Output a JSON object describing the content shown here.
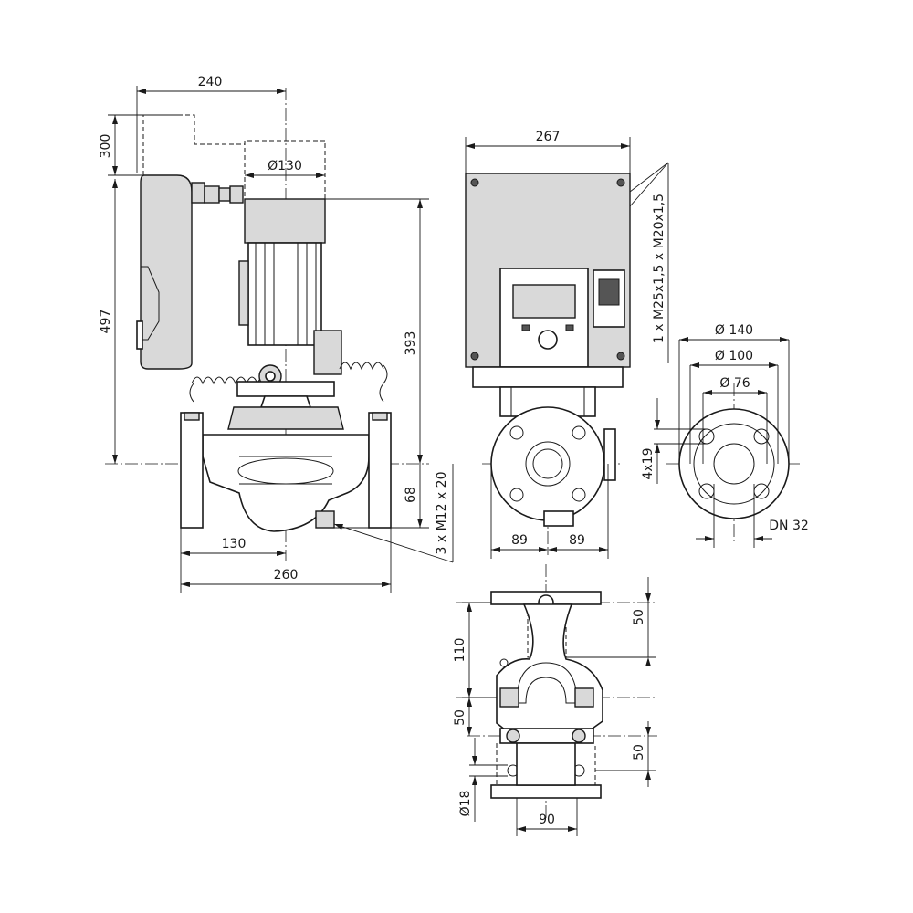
{
  "drawing": {
    "side_view": {
      "dim_width_top": "240",
      "dim_height_clearance": "300",
      "dim_motor_diameter": "Ø130",
      "dim_total_height": "497",
      "dim_motor_height": "393",
      "dim_base_height": "68",
      "dim_base_bolts": "3 x M12 x 20",
      "dim_half_length": "130",
      "dim_total_length": "260"
    },
    "front_view": {
      "dim_width": "267",
      "cable_glands": "1 x M25x1,5 x M20x1,5",
      "dim_left": "89",
      "dim_right": "89"
    },
    "flange_view": {
      "dim_outer": "Ø 140",
      "dim_bolt_circle": "Ø 100",
      "dim_inner": "Ø 76",
      "dim_holes": "4x19",
      "dim_nominal": "DN 32"
    },
    "bottom_view": {
      "dim_110": "110",
      "dim_50_right_top": "50",
      "dim_50_left": "50",
      "dim_50_right_bottom": "50",
      "dim_bolt_dia": "Ø18",
      "dim_90": "90"
    }
  }
}
